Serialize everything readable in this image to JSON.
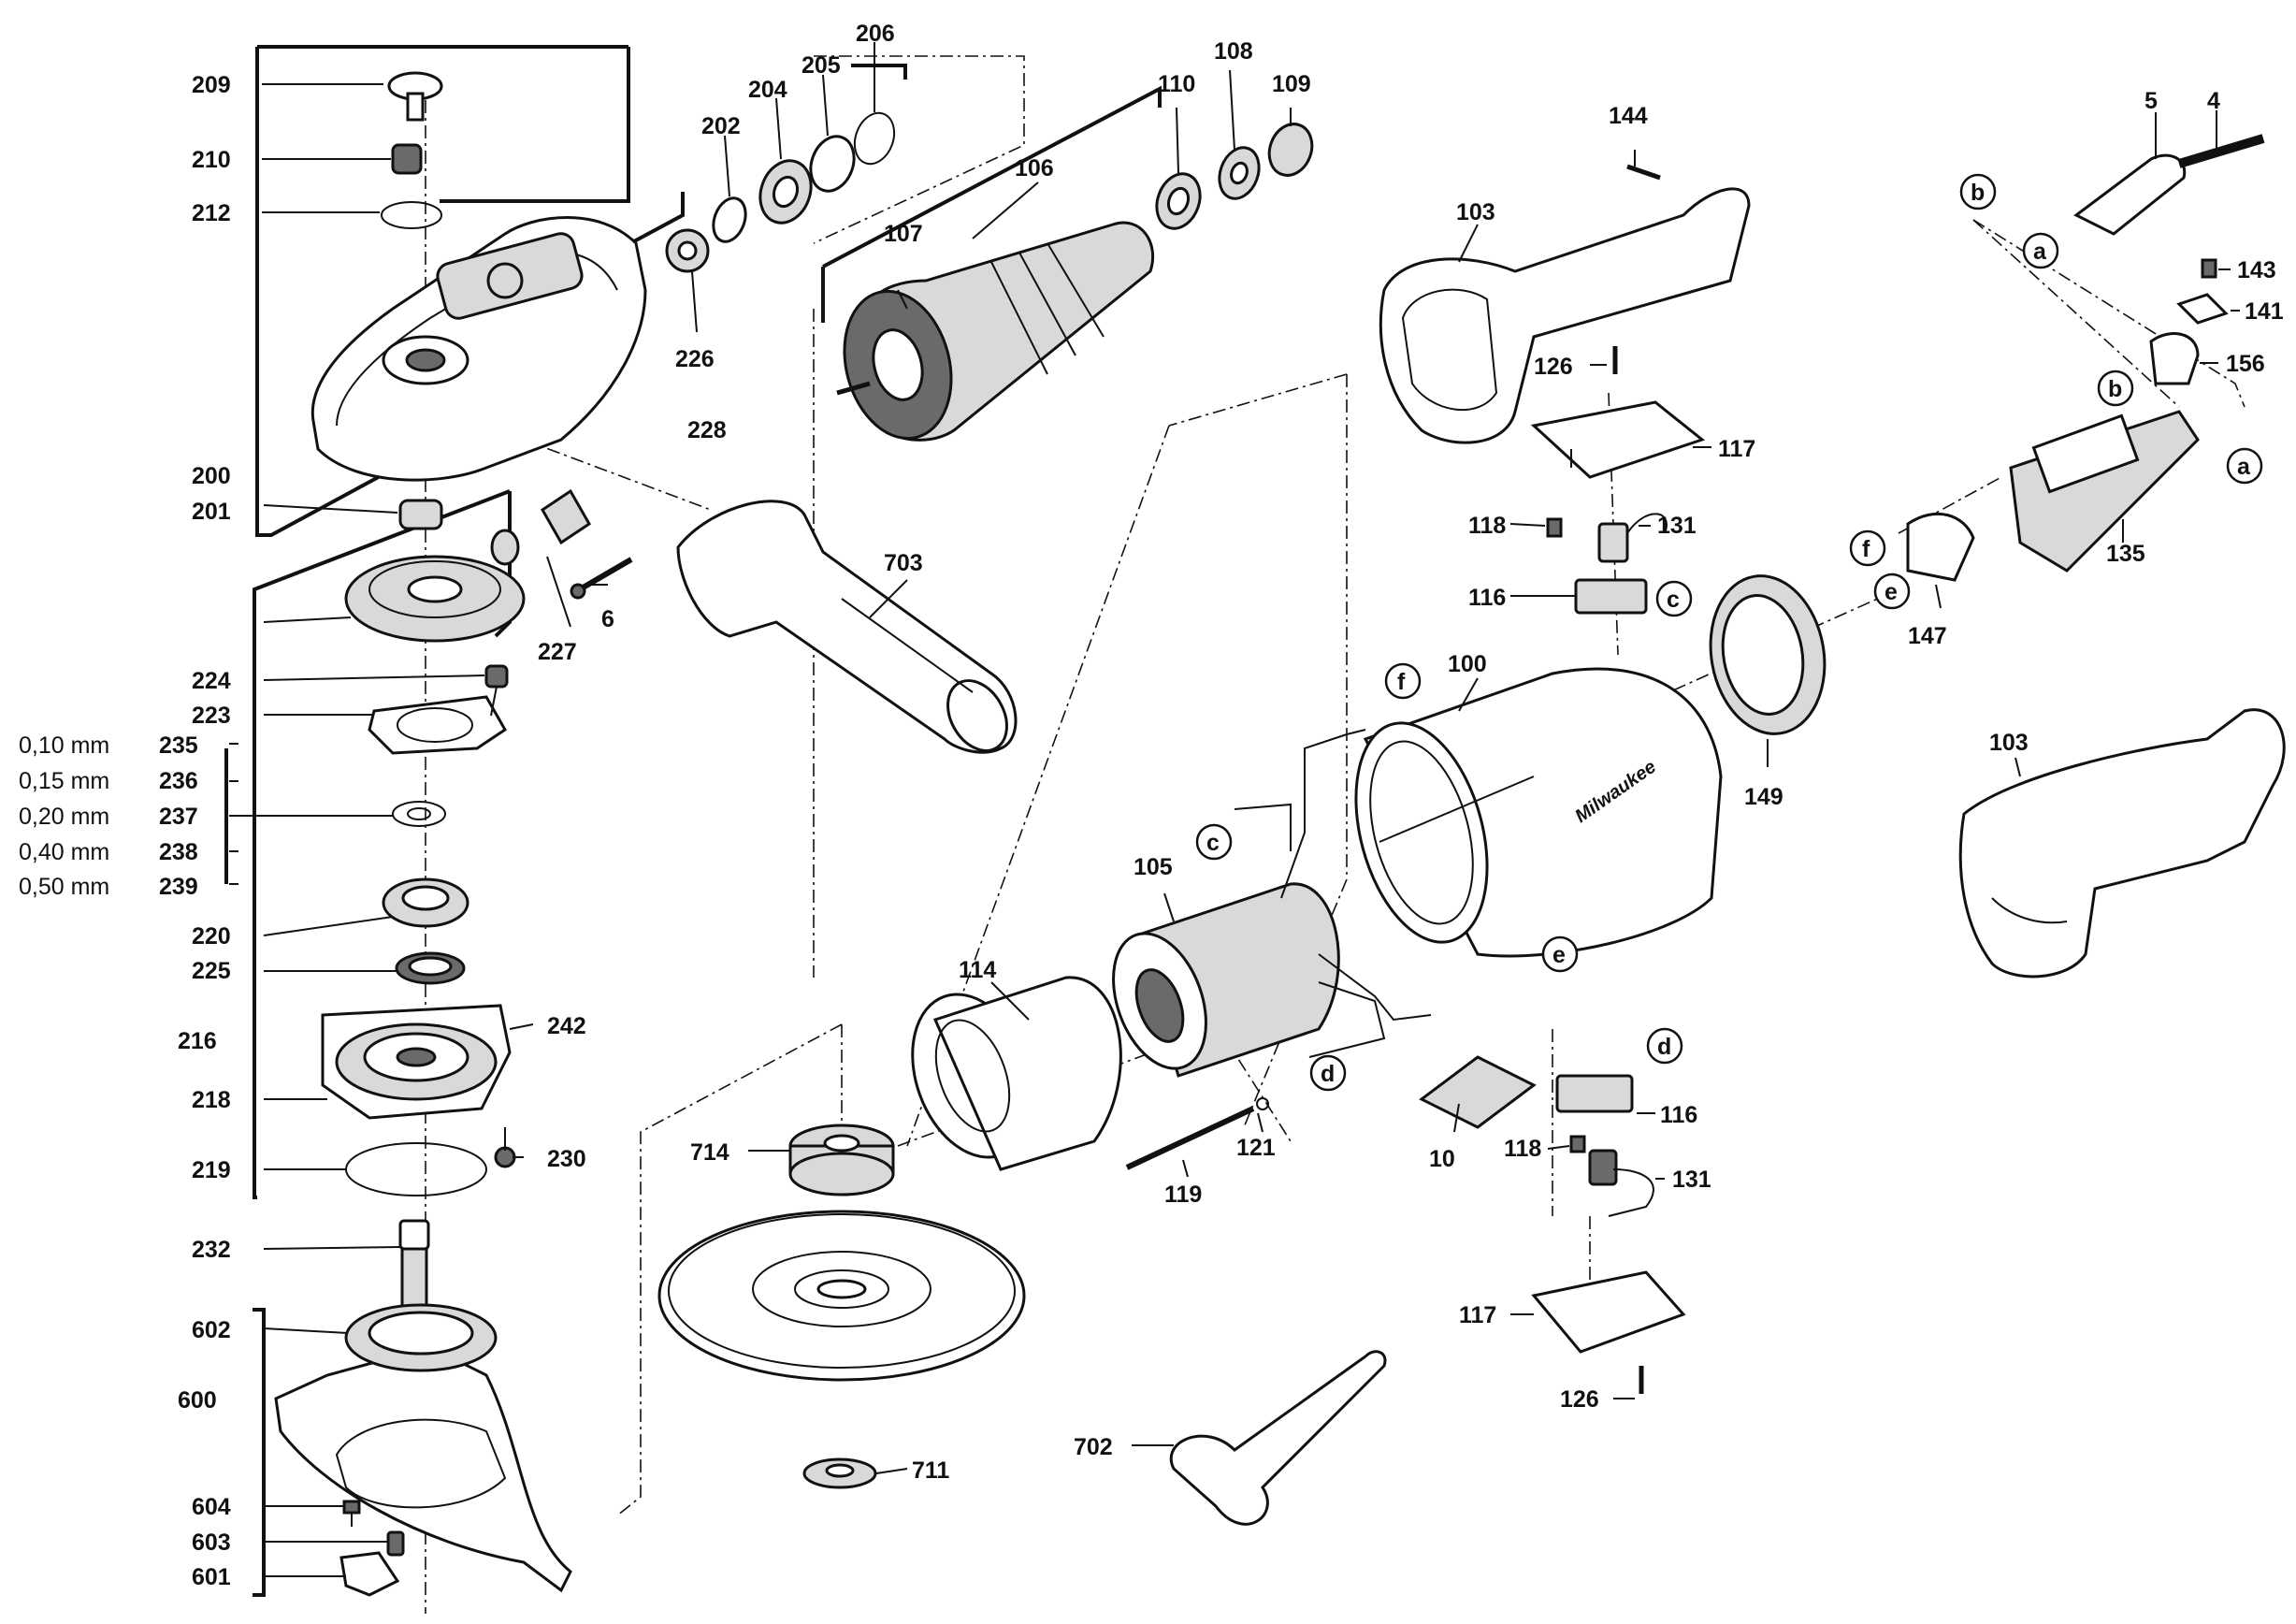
{
  "part_labels": {
    "l209": "209",
    "l210": "210",
    "l212": "212",
    "l200": "200",
    "l201": "201",
    "l224": "224",
    "l223": "223",
    "l235": "235",
    "l236": "236",
    "l237": "237",
    "l238": "238",
    "l239": "239",
    "l220": "220",
    "l225": "225",
    "l216": "216",
    "l218": "218",
    "l219": "219",
    "l232": "232",
    "l602": "602",
    "l600": "600",
    "l604": "604",
    "l603": "603",
    "l601": "601",
    "l206": "206",
    "l205": "205",
    "l204": "204",
    "l202": "202",
    "l226": "226",
    "l228": "228",
    "l227": "227",
    "l6": "6",
    "l703": "703",
    "l106": "106",
    "l107": "107",
    "l108": "108",
    "l110": "110",
    "l109": "109",
    "l242": "242",
    "l230": "230",
    "l714": "714",
    "l711": "711",
    "l702": "702",
    "l114": "114",
    "l105": "105",
    "l121": "121",
    "l119": "119",
    "l144": "144",
    "l103a": "103",
    "l126a": "126",
    "l117a": "117",
    "l118a": "118",
    "l131a": "131",
    "l116a": "116",
    "l100": "100",
    "l149": "149",
    "l10": "10",
    "l116b": "116",
    "l118b": "118",
    "l131b": "131",
    "l117b": "117",
    "l126b": "126",
    "l5": "5",
    "l4": "4",
    "l143": "143",
    "l141": "141",
    "l156": "156",
    "l135": "135",
    "l147": "147",
    "l103b": "103"
  },
  "shim_sizes": {
    "s235": "0,10 mm",
    "s236": "0,15 mm",
    "s237": "0,20 mm",
    "s238": "0,40 mm",
    "s239": "0,50 mm"
  },
  "connector_callouts": {
    "b1": "b",
    "a1": "a",
    "b2": "b",
    "a2": "a",
    "f1": "f",
    "e1": "e",
    "c1": "c",
    "f2": "f",
    "c2": "c",
    "e2": "e",
    "d1": "d",
    "d2": "d"
  },
  "brand_text": "Milwaukee"
}
